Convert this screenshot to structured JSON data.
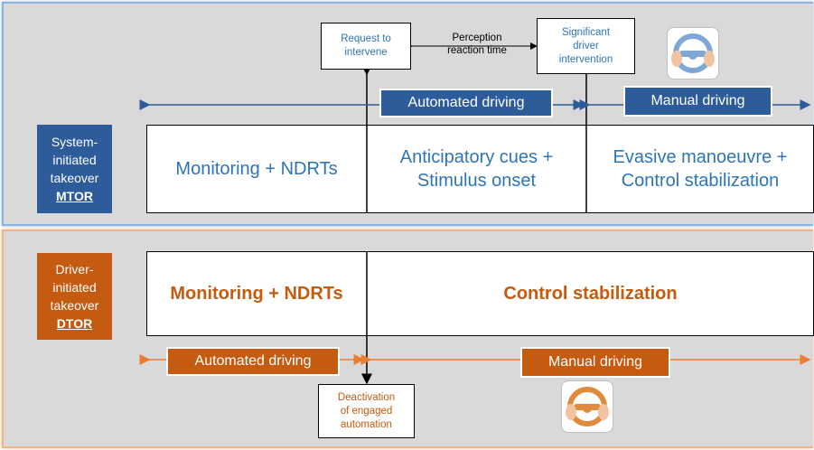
{
  "system_initiated": {
    "badge_lines": [
      "System-",
      "initiated",
      "takeover"
    ],
    "badge_code": "MTOR",
    "phases": [
      "Monitoring + NDRTs",
      "Anticipatory cues +\nStimulus onset",
      "Evasive manoeuvre +\nControl stabilization"
    ],
    "automated_label": "Automated driving",
    "manual_label": "Manual driving",
    "callout_request": "Request to\nintervene",
    "reaction_label": "Perception\nreaction time",
    "callout_intervention": "Significant\ndriver\nintervention"
  },
  "driver_initiated": {
    "badge_lines": [
      "Driver-",
      "initiated",
      "takeover"
    ],
    "badge_code": "DTOR",
    "phases": [
      "Monitoring + NDRTs",
      "Control stabilization"
    ],
    "automated_label": "Automated driving",
    "manual_label": "Manual driving",
    "callout_deactivation": "Deactivation\nof engaged\nautomation"
  },
  "colors": {
    "blue": "#2e5c9a",
    "blue_text": "#2e75b6",
    "orange": "#c55a11",
    "orange_arrow": "#ed7d31",
    "panel": "#d9d9d9"
  },
  "icons": [
    "steering-wheel-icon-blue",
    "steering-wheel-icon-orange"
  ]
}
